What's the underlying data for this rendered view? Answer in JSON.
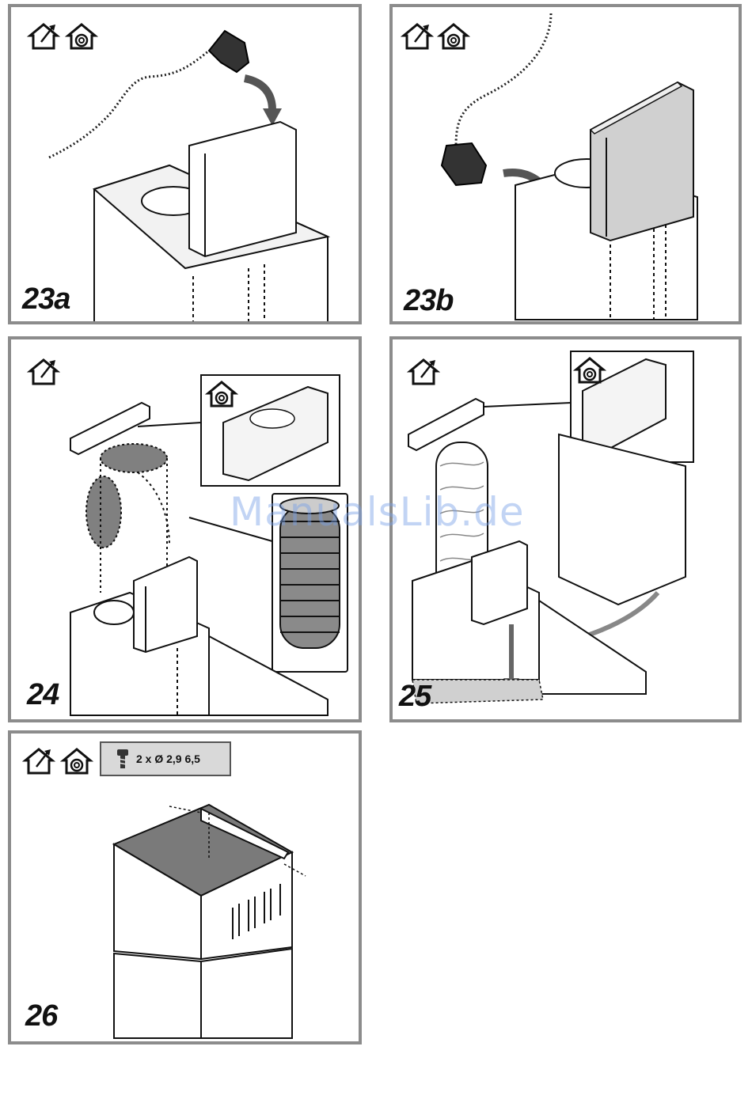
{
  "panels": {
    "p23a": {
      "label": "23a",
      "icons": [
        "duct-out-icon",
        "recirculation-icon"
      ]
    },
    "p23b": {
      "label": "23b",
      "icons": [
        "duct-out-icon",
        "recirculation-icon"
      ]
    },
    "p24": {
      "label": "24",
      "icons": [
        "duct-out-icon"
      ],
      "inset_icon": "recirculation-icon"
    },
    "p25": {
      "label": "25",
      "icons": [
        "duct-out-icon"
      ],
      "inset_icon": "recirculation-icon"
    },
    "p26": {
      "label": "26",
      "icons": [
        "duct-out-icon",
        "recirculation-icon"
      ],
      "screw_spec": "2 x  Ø 2,9 6,5"
    }
  },
  "watermark": "ManualsLib.de",
  "colors": {
    "frame": "#8c8c8c",
    "shade": "#7a7a7a",
    "light_shade": "#d9d9d9"
  }
}
